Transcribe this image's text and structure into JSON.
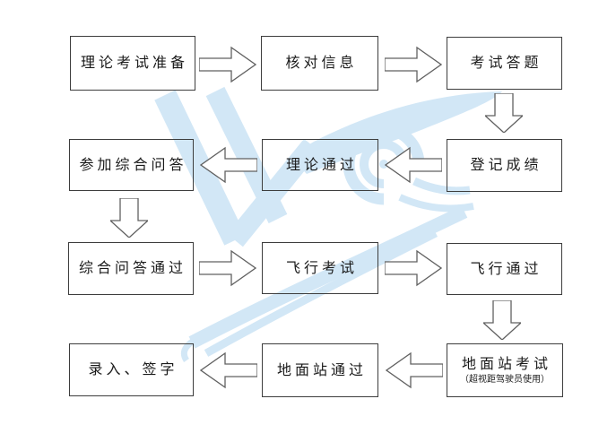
{
  "diagram_title": "",
  "colors": {
    "background": "#ffffff",
    "box_border": "#3d3d3d",
    "arrow_fill": "#ffffff",
    "arrow_stroke": "#606060",
    "watermark": "#d2e7f6",
    "text": "#1a1a1a"
  },
  "watermark": {
    "name": "swallow-cloud-logo"
  },
  "nodes": {
    "A1": {
      "label": "理论考试准备"
    },
    "B1": {
      "label": "核对信息"
    },
    "C1": {
      "label": "考试答题"
    },
    "C2": {
      "label": "登记成绩"
    },
    "B2": {
      "label": "理论通过"
    },
    "A2": {
      "label": "参加综合问答"
    },
    "A3": {
      "label": "综合问答通过"
    },
    "B3": {
      "label": "飞行考试"
    },
    "C3": {
      "label": "飞行通过"
    },
    "C4": {
      "label": "地面站考试",
      "sublabel": "（超视距驾驶员使用）"
    },
    "B4": {
      "label": "地面站通过"
    },
    "A4": {
      "label": "录入、签字"
    }
  },
  "edges": [
    {
      "from": "理论考试准备",
      "to": "核对信息",
      "direction": "right"
    },
    {
      "from": "核对信息",
      "to": "考试答题",
      "direction": "right"
    },
    {
      "from": "考试答题",
      "to": "登记成绩",
      "direction": "down"
    },
    {
      "from": "登记成绩",
      "to": "理论通过",
      "direction": "left"
    },
    {
      "from": "理论通过",
      "to": "参加综合问答",
      "direction": "left"
    },
    {
      "from": "参加综合问答",
      "to": "综合问答通过",
      "direction": "down"
    },
    {
      "from": "综合问答通过",
      "to": "飞行考试",
      "direction": "right"
    },
    {
      "from": "飞行考试",
      "to": "飞行通过",
      "direction": "right"
    },
    {
      "from": "飞行通过",
      "to": "地面站考试",
      "direction": "down"
    },
    {
      "from": "地面站考试",
      "to": "地面站通过",
      "direction": "left"
    },
    {
      "from": "地面站通过",
      "to": "录入、签字",
      "direction": "left"
    }
  ]
}
